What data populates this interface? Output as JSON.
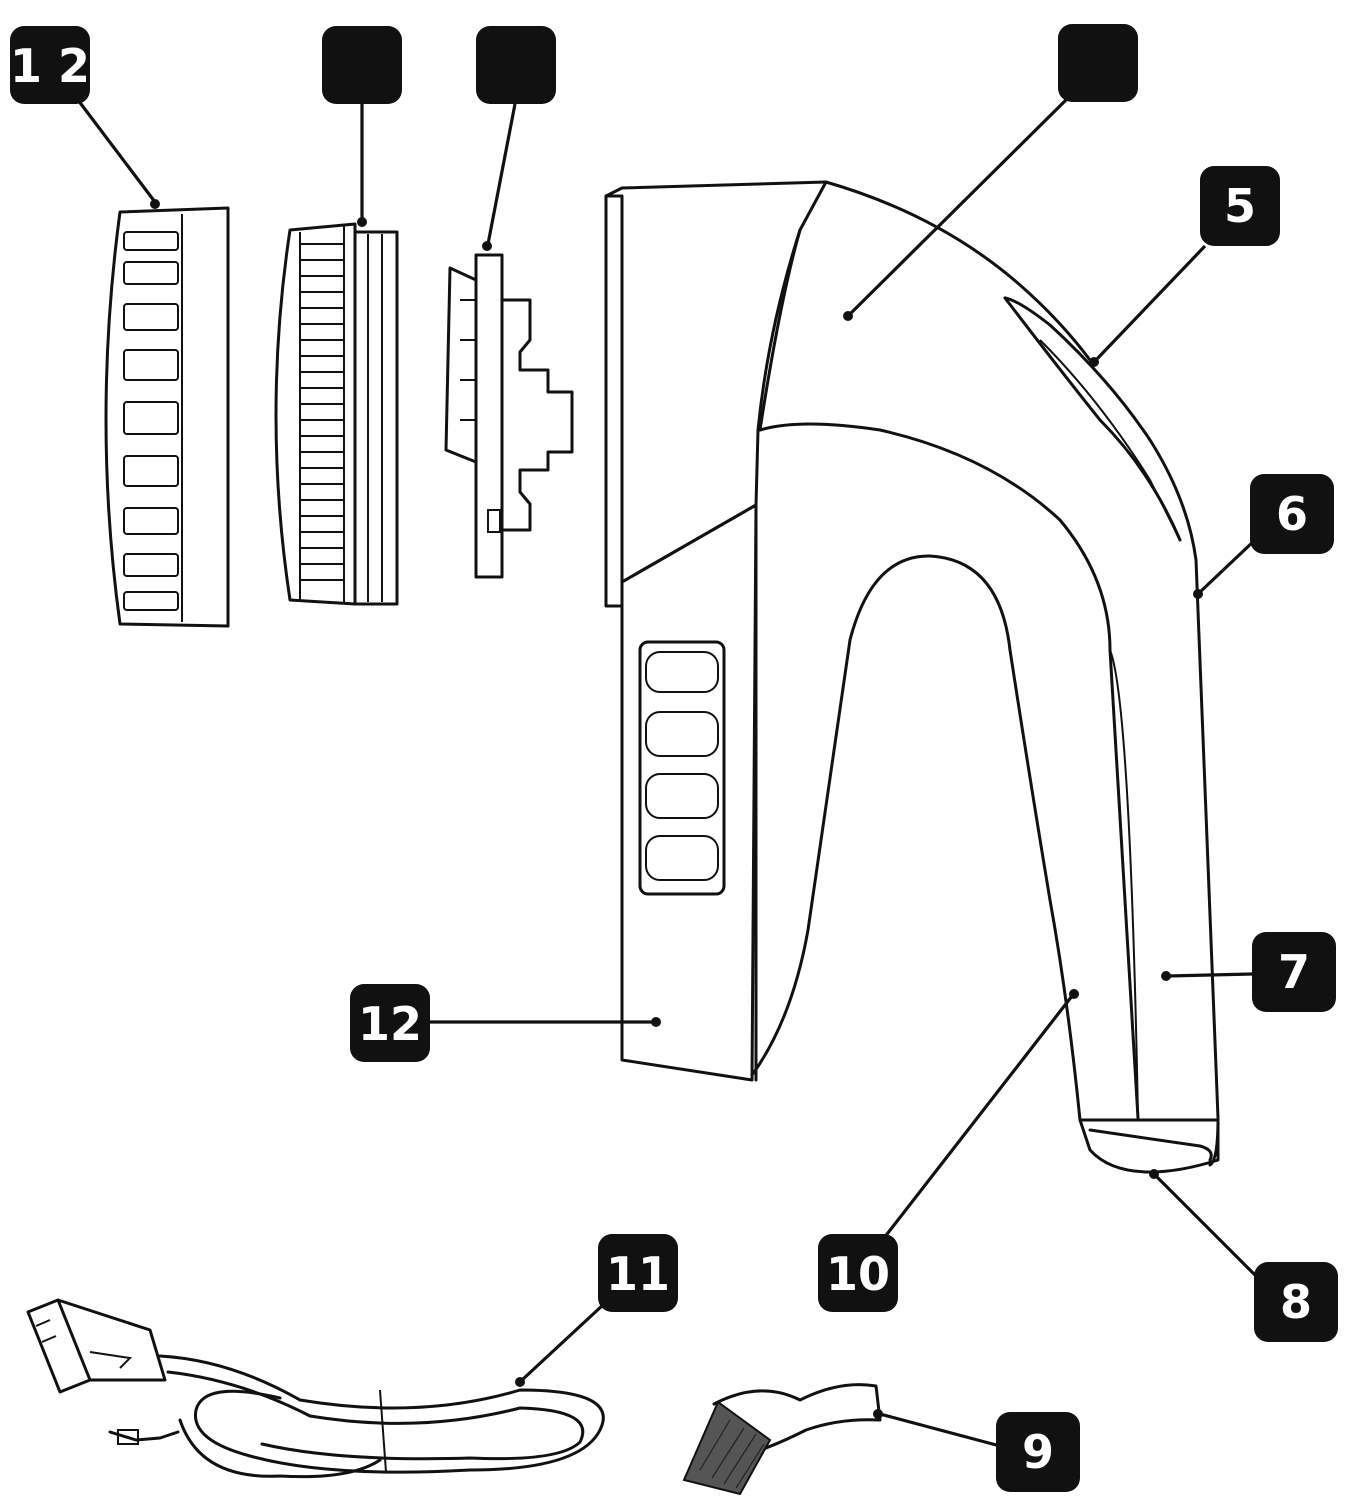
{
  "callouts": [
    {
      "id": "c12a",
      "label": "1 2",
      "visible_text": true
    },
    {
      "id": "c2",
      "label": "",
      "visible_text": false
    },
    {
      "id": "c3",
      "label": "",
      "visible_text": false
    },
    {
      "id": "c4",
      "label": "",
      "visible_text": false
    },
    {
      "id": "c5",
      "label": "5",
      "visible_text": true
    },
    {
      "id": "c6",
      "label": "6",
      "visible_text": true
    },
    {
      "id": "c7",
      "label": "7",
      "visible_text": true
    },
    {
      "id": "c8",
      "label": "8",
      "visible_text": true
    },
    {
      "id": "c9",
      "label": "9",
      "visible_text": true
    },
    {
      "id": "c10",
      "label": "10",
      "visible_text": true
    },
    {
      "id": "c11",
      "label": "11",
      "visible_text": true
    },
    {
      "id": "c12b",
      "label": "12",
      "visible_text": true
    }
  ],
  "colors": {
    "badge": "#111111",
    "badge_text": "#ffffff",
    "line": "#111111",
    "background": "#ffffff"
  }
}
